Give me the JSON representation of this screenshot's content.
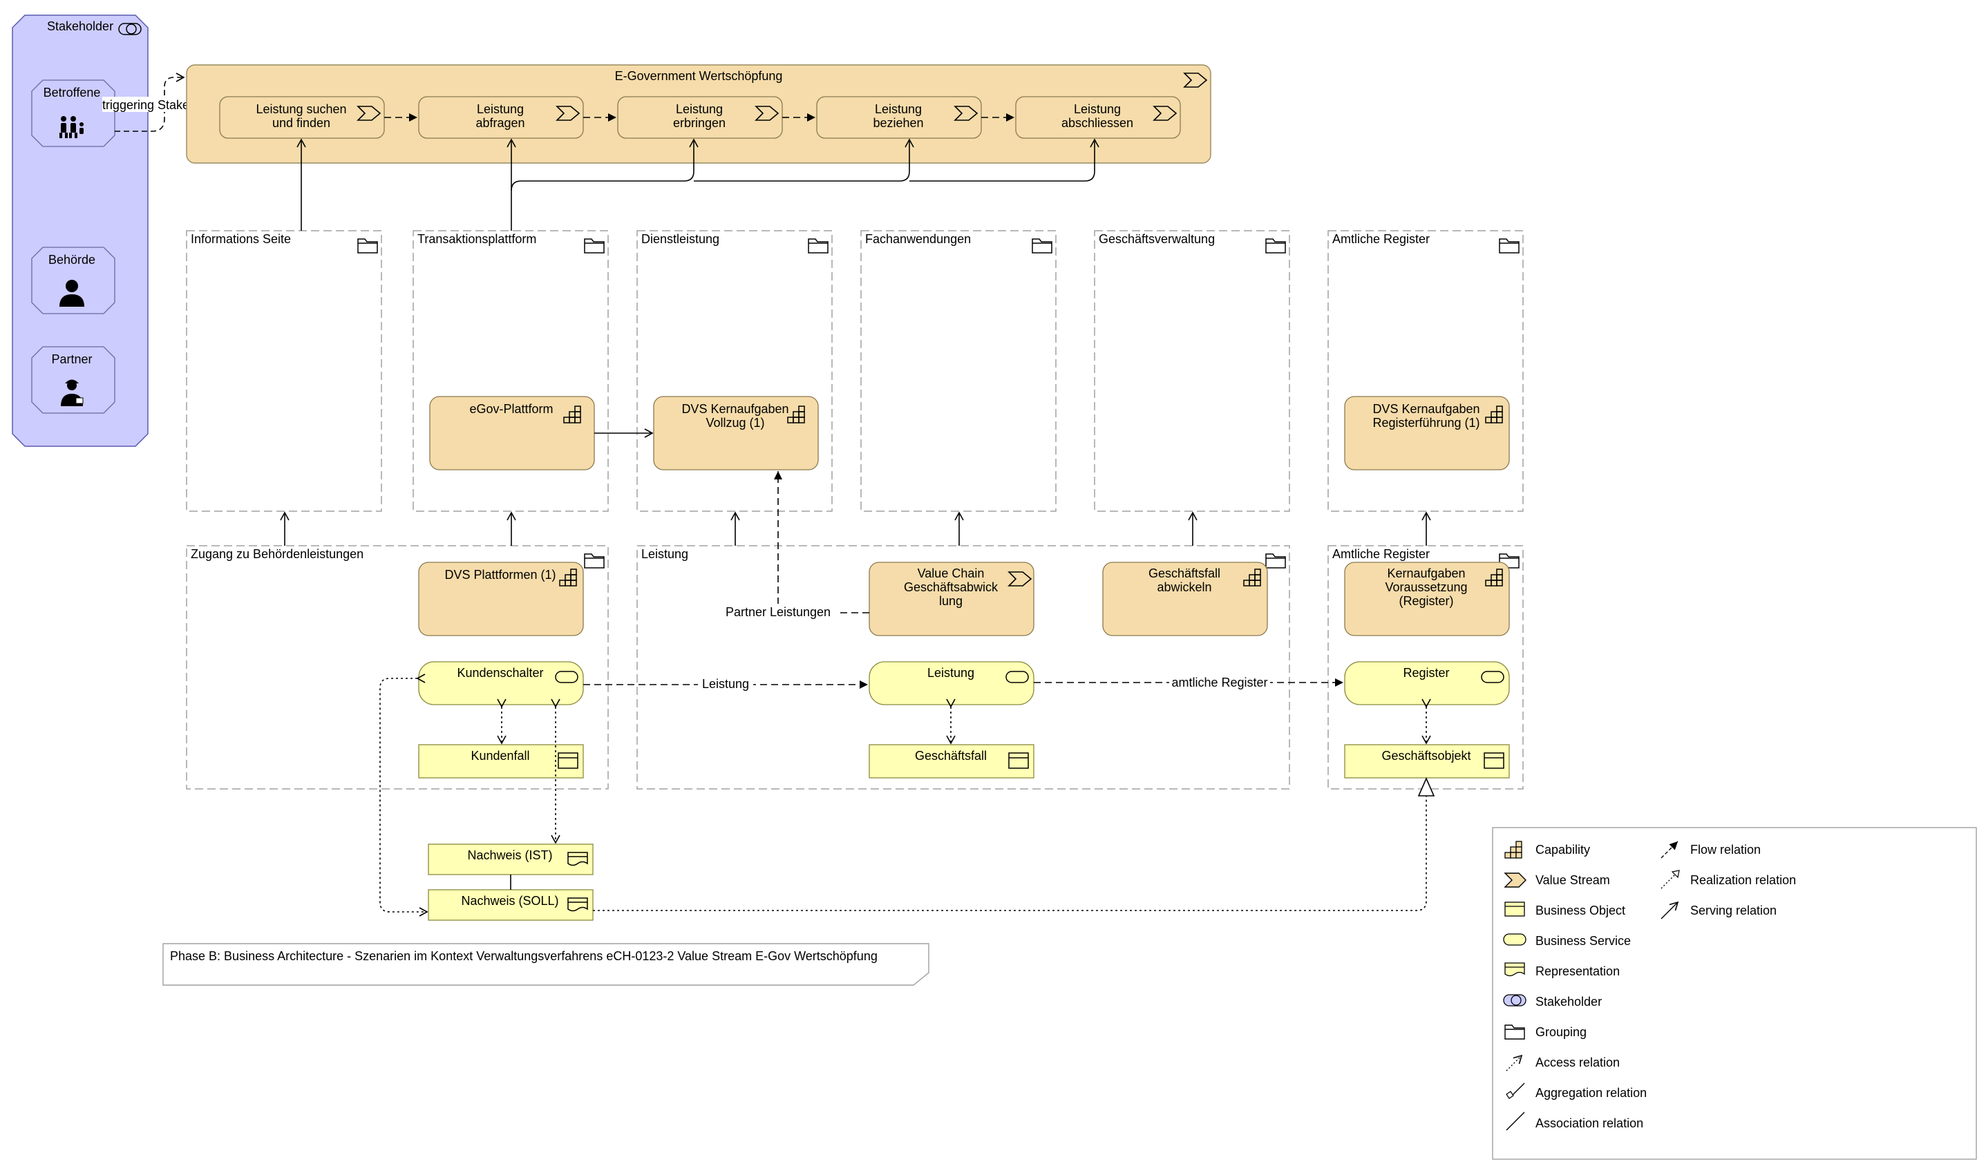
{
  "stakeholder_panel": {
    "title": "Stakeholder",
    "actors": [
      {
        "label": "Betroffene",
        "icon": "group-of-people-icon"
      },
      {
        "label": "Behörde",
        "icon": "person-icon"
      },
      {
        "label": "Partner",
        "icon": "worker-person-icon"
      }
    ]
  },
  "triggering_label": "triggering Stakeholder",
  "value_stream": {
    "title": "E-Government Wertschöpfung",
    "stages": [
      {
        "line1": "Leistung suchen",
        "line2": "und finden"
      },
      {
        "line1": "Leistung",
        "line2": "abfragen"
      },
      {
        "line1": "Leistung",
        "line2": "erbringen"
      },
      {
        "line1": "Leistung",
        "line2": "beziehen"
      },
      {
        "line1": "Leistung",
        "line2": "abschliessen"
      }
    ]
  },
  "top_groups": [
    "Informations Seite",
    "Transaktionsplattform",
    "Dienstleistung",
    "Fachanwendungen",
    "Geschäftsverwaltung",
    "Amtliche Register"
  ],
  "capabilities_top": [
    {
      "line1": "eGov-Plattform",
      "line2": ""
    },
    {
      "line1": "DVS Kernaufgaben",
      "line2": "Vollzug (1)"
    },
    {
      "line1": "DVS Kernaufgaben",
      "line2": "Registerführung (1)"
    }
  ],
  "bottom_groups": [
    "Zugang zu Behördenleistungen",
    "Leistung",
    "Amtliche Register"
  ],
  "capabilities_bottom": {
    "dvs_plattformen": "DVS Plattformen (1)",
    "value_chain": [
      "Value Chain",
      "Geschäftsabwick",
      "lung"
    ],
    "geschaeftsfall_abwickeln": [
      "Geschäftsfall",
      "abwickeln"
    ],
    "kernaufgaben": [
      "Kernaufgaben",
      "Voraussetzung",
      "(Register)"
    ]
  },
  "services": [
    "Kundenschalter",
    "Leistung",
    "Register"
  ],
  "objects": [
    "Kundenfall",
    "Geschäftsfall",
    "Geschäftsobjekt"
  ],
  "representations": [
    "Nachweis (IST)",
    "Nachweis (SOLL)"
  ],
  "relation_labels": {
    "partner": "Partner Leistungen",
    "flow1": "Leistung",
    "flow2": "amtliche Register"
  },
  "caption": "Phase B: Business Architecture - Szenarien im Kontext Verwaltungsverfahrens eCH-0123-2 Value Stream E-Gov Wertschöpfung",
  "legend": {
    "left": [
      "Capability",
      "Value Stream",
      "Business Object",
      "Business Service",
      "Representation",
      "Stakeholder",
      "Grouping",
      "Access relation",
      "Aggregation relation",
      "Association relation"
    ],
    "right": [
      "Flow relation",
      "Realization relation",
      "Serving relation"
    ]
  },
  "colors": {
    "stakeholder_fill": "#ccccff",
    "strategy_fill": "#f5dcaa",
    "business_fill": "#ffffb5",
    "line": "#000000",
    "group_border": "#a0a0a0"
  }
}
